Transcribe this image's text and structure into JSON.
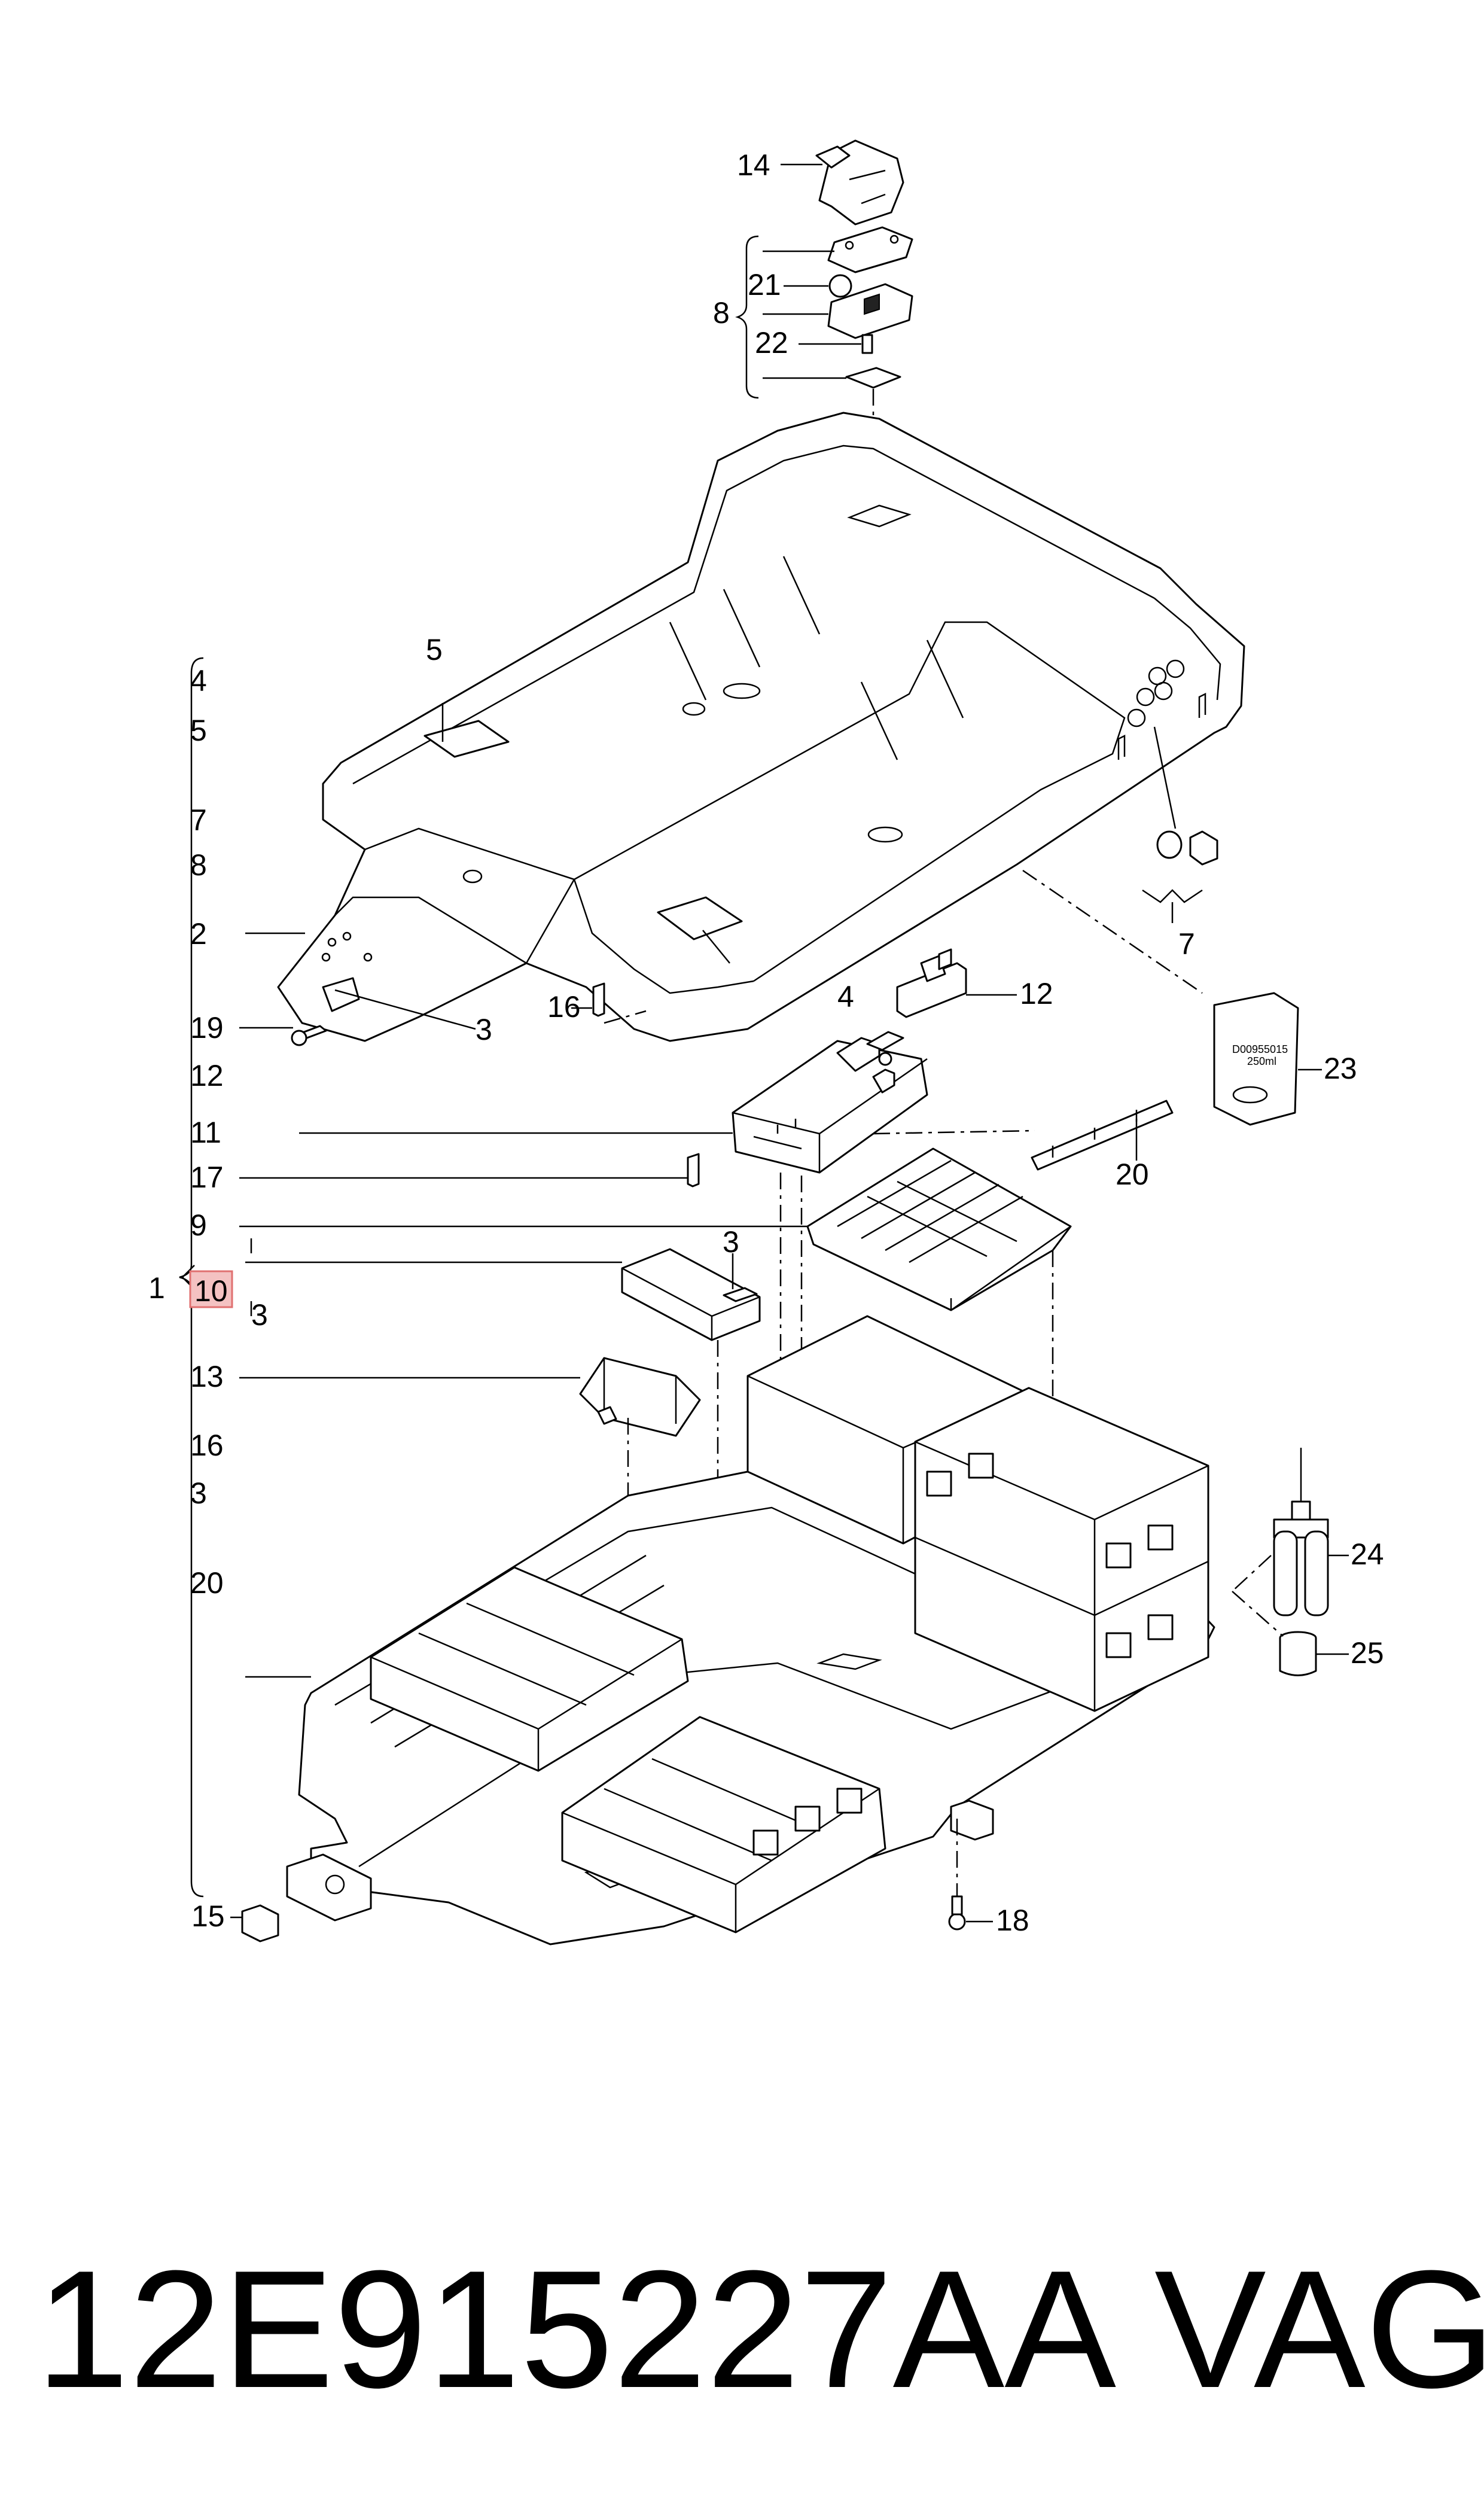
{
  "diagram": {
    "callouts": {
      "c14": "14",
      "c8": "8",
      "c21": "21",
      "c22": "22",
      "c5": "5",
      "c4": "4",
      "c3a": "3",
      "c2": "2",
      "c19": "19",
      "c16": "16",
      "c12": "12",
      "c23": "23",
      "c7": "7",
      "c11": "11",
      "c17": "17",
      "c20": "20",
      "c9": "9",
      "c3b": "3",
      "c1": "1",
      "c10": "10",
      "c3c": "3",
      "c13": "13",
      "c24": "24",
      "c25": "25",
      "c15": "15",
      "c18": "18"
    },
    "bracket_list": [
      "4",
      "5",
      "7",
      "8",
      "2",
      "19",
      "12",
      "11",
      "17",
      "9",
      "13",
      "16",
      "3",
      "20"
    ],
    "highlight_color": "#f4c2c2",
    "highlight_border": "#e07070",
    "tube_label_line1": "D00955015",
    "tube_label_line2": "250ml"
  },
  "footer": {
    "part_number": "12E915227AA",
    "brand": "VAG"
  }
}
